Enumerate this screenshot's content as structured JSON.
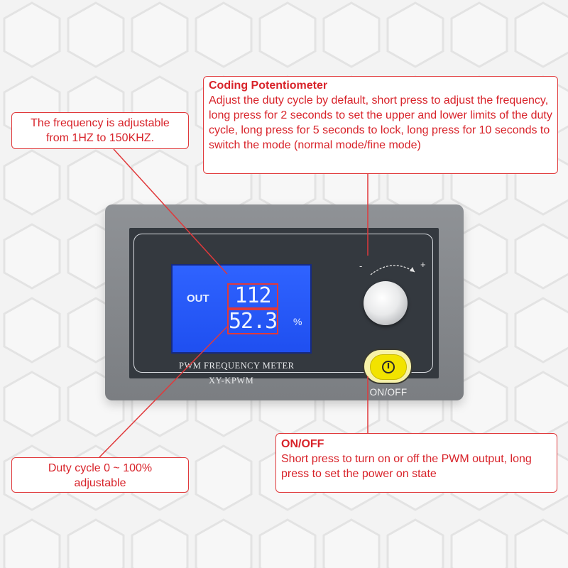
{
  "callouts": {
    "frequency": {
      "line1": "The frequency is adjustable",
      "line2": "from 1HZ to 150KHZ."
    },
    "potentiometer": {
      "title": "Coding Potentiometer",
      "body": "Adjust the duty cycle by default, short press to adjust the frequency, long press for 2 seconds to set the upper and lower limits of the duty cycle, long press for 5 seconds to lock, long press for 10 seconds to switch the mode (normal mode/fine mode)"
    },
    "duty": {
      "line1": "Duty cycle 0 ~ 100%",
      "line2": "adjustable"
    },
    "onoff": {
      "title": "ON/OFF",
      "body": "Short press to turn on or off the PWM output, long press to set the power on state"
    }
  },
  "device": {
    "lcd": {
      "out_label": "OUT",
      "frequency_reading": "112",
      "duty_reading": "52.3",
      "percent_unit": "%"
    },
    "model_line1": "PWM FREQUENCY METER",
    "model_line2": "XY-KPWM",
    "knob_minus": "-",
    "knob_plus": "+",
    "button_label": "ON/OFF"
  },
  "colors": {
    "callout_red": "#d8232a",
    "lcd_blue": "#2f63ff",
    "button_yellow": "#f2e300",
    "panel_dark": "#34393f",
    "housing_gray": "#868a8e"
  },
  "icons": {
    "power": "power-icon",
    "knob_arc": "rotation-arrow-icon"
  }
}
